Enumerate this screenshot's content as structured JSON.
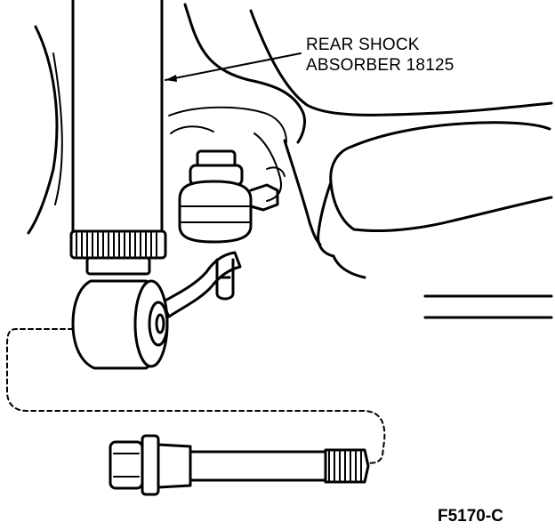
{
  "callout": {
    "line1": "REAR SHOCK",
    "line2": "ABSORBER 18125"
  },
  "figure_id": "F5170-C"
}
